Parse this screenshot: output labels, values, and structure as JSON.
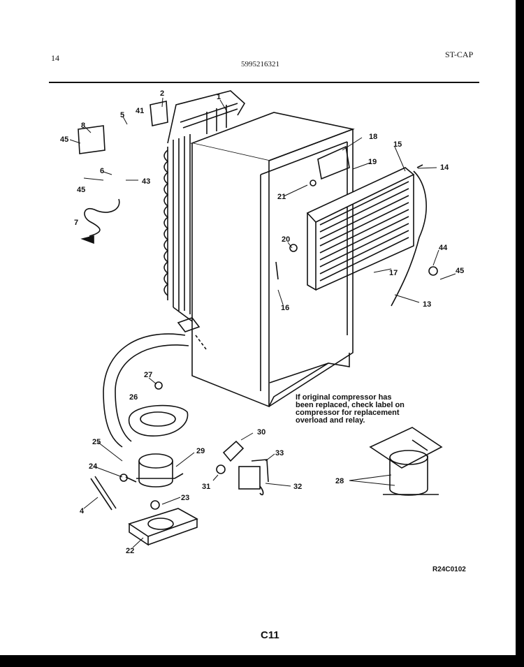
{
  "header": {
    "page_number": "14",
    "model_number": "5995216321",
    "section_code": "ST-CAP"
  },
  "diagram": {
    "callouts": [
      "1",
      "2",
      "4",
      "5",
      "6",
      "7",
      "8",
      "13",
      "14",
      "15",
      "16",
      "17",
      "18",
      "19",
      "20",
      "21",
      "22",
      "23",
      "24",
      "25",
      "26",
      "27",
      "28",
      "29",
      "30",
      "31",
      "32",
      "33",
      "41",
      "43",
      "44",
      "45"
    ],
    "note": [
      "If original compressor has",
      "been replaced, check label on",
      "compressor for replacement",
      "overload and relay."
    ],
    "reference_code": "R24C0102"
  },
  "footer": {
    "page_code": "C11"
  }
}
